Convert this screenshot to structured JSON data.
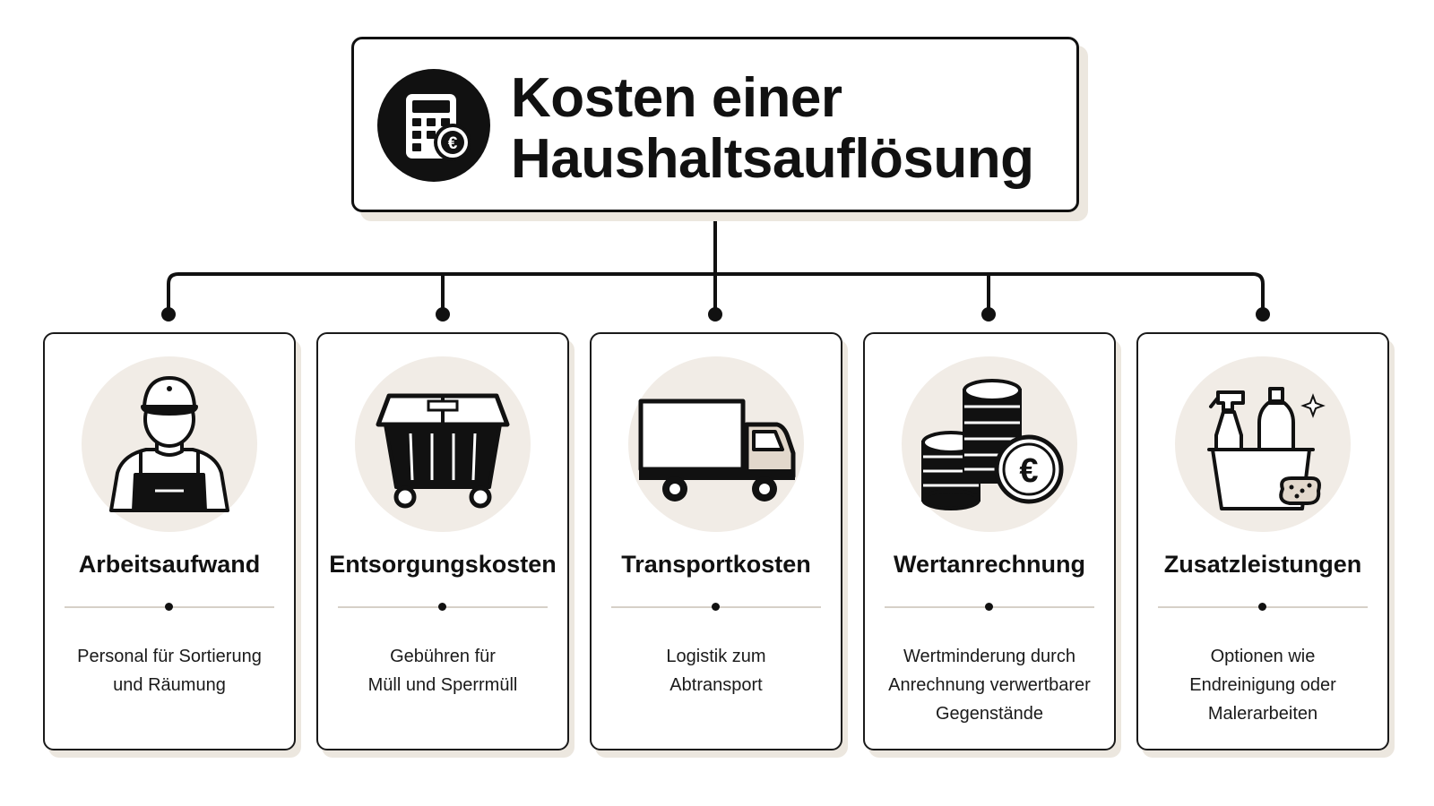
{
  "title": {
    "line1": "Kosten einer",
    "line2": "Haushaltsauflösung",
    "icon": "calculator-euro-icon"
  },
  "categories": [
    {
      "title": "Arbeitsaufwand",
      "icon": "worker-icon",
      "description": [
        "Personal für Sortierung",
        "und Räumung"
      ]
    },
    {
      "title": "Entsorgungskosten",
      "icon": "dumpster-icon",
      "description": [
        "Gebühren für",
        "Müll und Sperrmüll"
      ]
    },
    {
      "title": "Transportkosten",
      "icon": "truck-icon",
      "description": [
        "Logistik zum",
        "Abtransport"
      ]
    },
    {
      "title": "Wertanrechnung",
      "icon": "coins-euro-icon",
      "description": [
        "Wertminderung durch",
        "Anrechnung verwertbarer",
        "Gegenstände"
      ]
    },
    {
      "title": "Zusatzleistungen",
      "icon": "cleaning-supplies-icon",
      "description": [
        "Optionen wie",
        "Endreinigung oder",
        "Malerarbeiten"
      ]
    }
  ],
  "colors": {
    "ink": "#111111",
    "shadow": "#ece7df",
    "icon_background": "#f1ece6",
    "divider": "#d6d0c8"
  }
}
